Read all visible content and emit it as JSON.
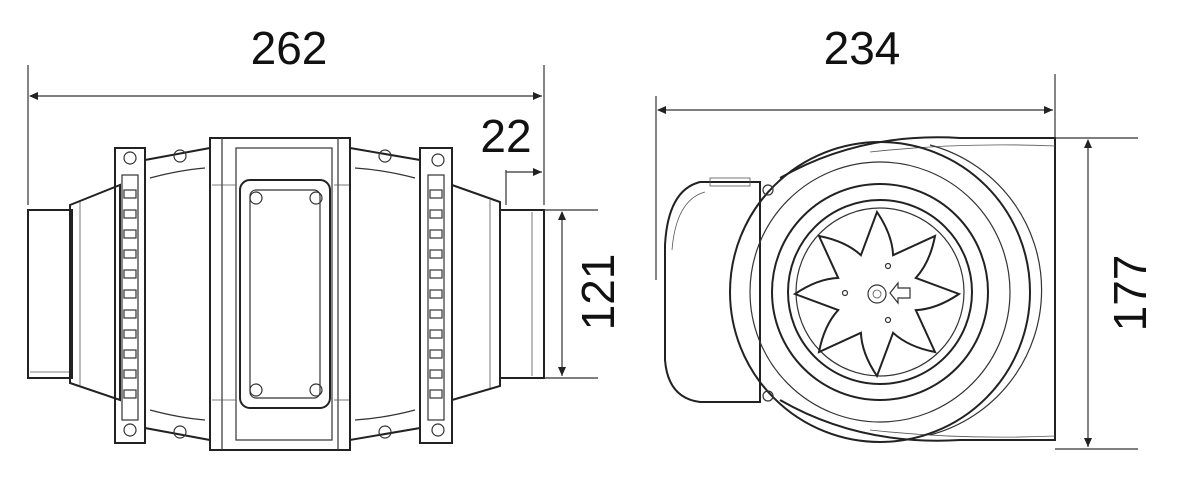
{
  "dimensions": {
    "side_length": "262",
    "side_outlet_length": "22",
    "side_outlet_diameter": "121",
    "front_width": "234",
    "front_height": "177"
  },
  "colors": {
    "line": "#222222",
    "background": "#ffffff",
    "text": "#111111"
  },
  "icons": {
    "airflow_arrow": "airflow-arrow-icon",
    "impeller": "impeller-icon"
  }
}
